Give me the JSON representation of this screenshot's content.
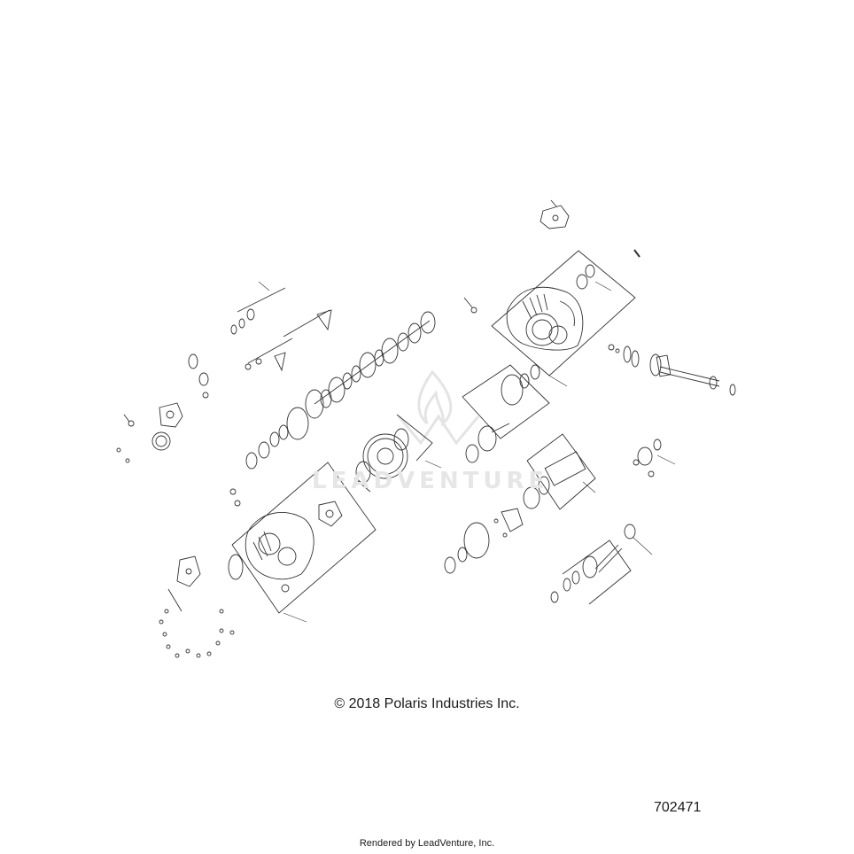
{
  "diagram": {
    "copyright": "© 2018 Polaris Industries Inc.",
    "diagram_id": "702471",
    "rendered_by": "Rendered by LeadVenture, Inc.",
    "watermark_text": "LEADVENTURE",
    "line_color": "#333333",
    "watermark_color": "#e4e4e4"
  }
}
